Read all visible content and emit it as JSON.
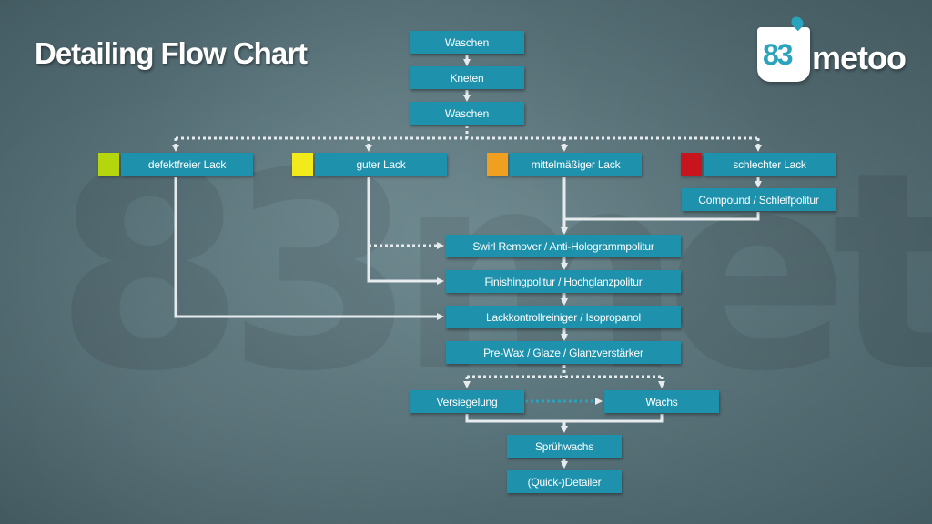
{
  "title": "Detailing Flow Chart",
  "logo": {
    "number": "83",
    "text": "metoo"
  },
  "watermark": "83meto",
  "nodes": {
    "waschen_1": "Waschen",
    "kneten": "Kneten",
    "waschen_2": "Waschen",
    "defektfrei": "defektfreier Lack",
    "gut": "guter Lack",
    "mittel": "mittelmäßiger Lack",
    "schlecht": "schlechter Lack",
    "compound": "Compound / Schleifpolitur",
    "swirl": "Swirl Remover / Anti-Hologrammpolitur",
    "finish": "Finishingpolitur / Hochglanzpolitur",
    "lackkontroll": "Lackkontrollreiniger / Isopropanol",
    "prewax": "Pre-Wax / Glaze / Glanzverstärker",
    "versiegelung": "Versiegelung",
    "wachs": "Wachs",
    "spruehwachs": "Sprühwachs",
    "quick": "(Quick-)Detailer"
  },
  "colors": {
    "node": "#1e92ad",
    "defektfrei": "#b5d50c",
    "gut": "#f2ea1a",
    "mittel": "#f0a020",
    "schlecht": "#c8141c",
    "connector": "#e6ecee"
  }
}
